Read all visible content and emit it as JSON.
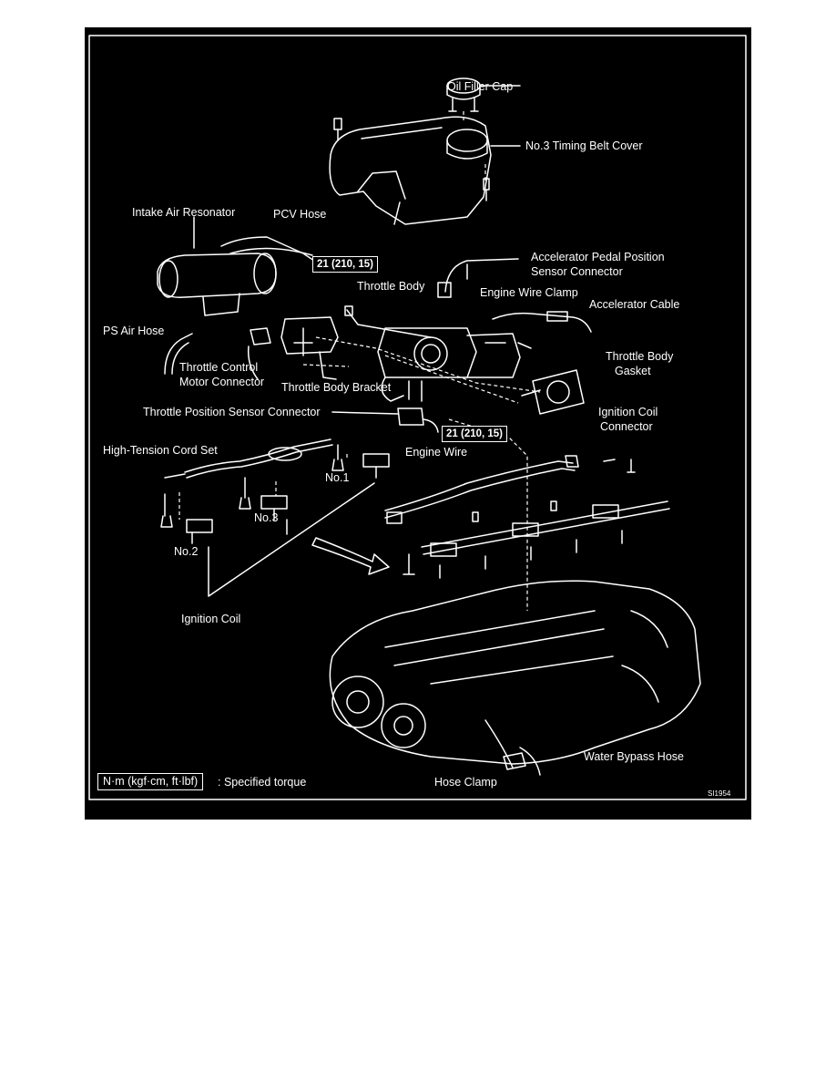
{
  "labels": {
    "oil_filler_cap": "Oil Filler Cap",
    "timing_belt_cover": "No.3 Timing Belt Cover",
    "intake_air_resonator": "Intake Air Resonator",
    "pcv_hose": "PCV Hose",
    "accel_pedal_sensor_1": "Accelerator Pedal Position",
    "accel_pedal_sensor_2": "Sensor Connector",
    "throttle_body": "Throttle Body",
    "engine_wire_clamp": "Engine Wire Clamp",
    "accelerator_cable": "Accelerator Cable",
    "ps_air_hose": "PS Air Hose",
    "throttle_control_1": "Throttle Control",
    "throttle_control_2": "Motor Connector",
    "throttle_body_bracket": "Throttle Body Bracket",
    "throttle_body_gasket_1": "Throttle Body",
    "throttle_body_gasket_2": "Gasket",
    "throttle_position_sensor": "Throttle Position Sensor Connector",
    "ignition_coil_connector_1": "Ignition Coil",
    "ignition_coil_connector_2": "Connector",
    "high_tension_cord_set": "High-Tension Cord Set",
    "engine_wire": "Engine Wire",
    "no1": "No.1",
    "no2": "No.2",
    "no3": "No.3",
    "ignition_coil": "Ignition Coil",
    "water_bypass_hose": "Water Bypass Hose",
    "hose_clamp": "Hose Clamp"
  },
  "torque": {
    "upper": "21 (210, 15)",
    "lower": "21 (210, 15)"
  },
  "legend": {
    "unit": "N·m (kgf·cm, ft·lbf)",
    "text": ": Specified torque"
  },
  "figure_id": "SI1954"
}
